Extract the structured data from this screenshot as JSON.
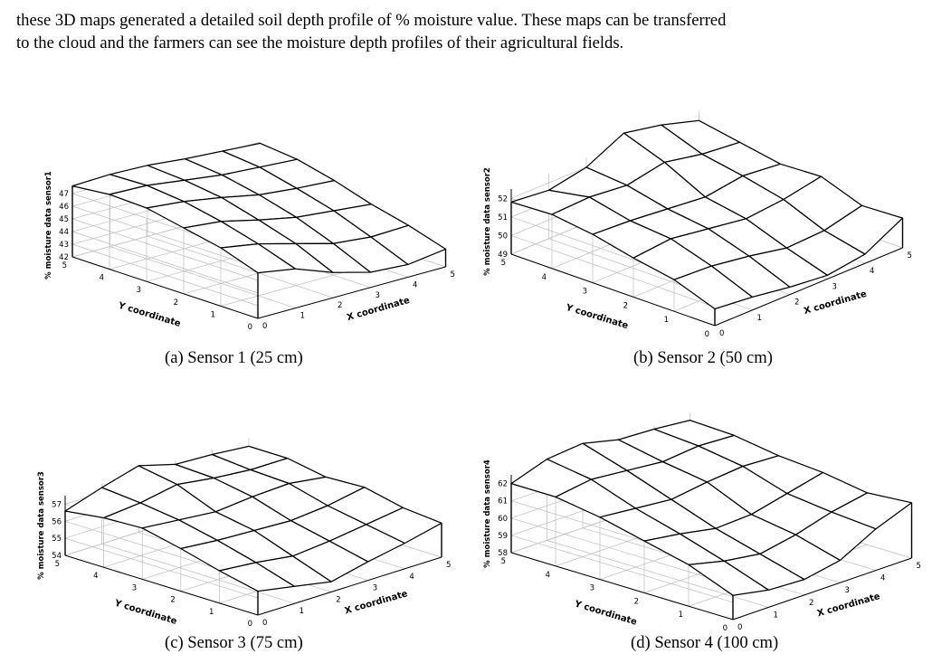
{
  "paragraph": {
    "line1": "these 3D maps generated a detailed soil depth profile of % moisture value. These maps can be transferred",
    "line2": "to the cloud and the farmers can see the moisture depth profiles of their agricultural fields."
  },
  "chart_data": [
    {
      "type": "surface",
      "caption": "(a) Sensor 1 (25 cm)",
      "xlabel": "X coordinate",
      "ylabel": "Y coordinate",
      "zlabel": "% moisture data sensor1",
      "x_ticks": [
        0,
        1,
        2,
        3,
        4,
        5
      ],
      "y_ticks": [
        0,
        1,
        2,
        3,
        4,
        5
      ],
      "z_ticks": [
        42,
        43,
        44,
        45,
        46,
        47
      ],
      "zlim": [
        42,
        47
      ],
      "grid": true,
      "z": [
        [
          45.6,
          45.1,
          44.0,
          43.2,
          43.0,
          43.4
        ],
        [
          46.6,
          46.1,
          45.3,
          44.5,
          44.2,
          44.3
        ],
        [
          47.2,
          46.9,
          46.2,
          45.6,
          45.3,
          45.0
        ],
        [
          47.8,
          47.5,
          47.0,
          46.4,
          46.1,
          45.9
        ],
        [
          47.9,
          47.8,
          47.4,
          47.0,
          46.8,
          46.6
        ],
        [
          47.6,
          47.7,
          47.6,
          47.3,
          47.1,
          46.9
        ]
      ]
    },
    {
      "type": "surface",
      "caption": "(b) Sensor 2 (50 cm)",
      "xlabel": "X coordinate",
      "ylabel": "Y coordinate",
      "zlabel": "% moisture data sensor2",
      "x_ticks": [
        0,
        1,
        2,
        3,
        4,
        5
      ],
      "y_ticks": [
        0,
        1,
        2,
        3,
        4,
        5
      ],
      "z_ticks": [
        49,
        50,
        51,
        52
      ],
      "zlim": [
        49,
        52.5
      ],
      "grid": true,
      "z": [
        [
          49.9,
          49.7,
          49.4,
          49.2,
          49.5,
          50.6
        ],
        [
          50.7,
          50.6,
          50.3,
          49.9,
          50.0,
          50.5
        ],
        [
          51.1,
          51.3,
          51.0,
          50.7,
          50.9,
          51.3
        ],
        [
          51.6,
          51.5,
          51.3,
          51.1,
          51.4,
          51.2
        ],
        [
          51.9,
          52.0,
          51.8,
          52.2,
          51.8,
          51.6
        ],
        [
          51.8,
          51.6,
          52.0,
          53.0,
          52.6,
          52.0
        ]
      ]
    },
    {
      "type": "surface",
      "caption": "(c)  Sensor 3 (75 cm)",
      "xlabel": "X coordinate",
      "ylabel": "Y coordinate",
      "zlabel": "% moisture data sensor3",
      "x_ticks": [
        0,
        1,
        2,
        3,
        4,
        5
      ],
      "y_ticks": [
        0,
        1,
        2,
        3,
        4,
        5
      ],
      "z_ticks": [
        54,
        55,
        56,
        57
      ],
      "zlim": [
        54,
        57.5
      ],
      "grid": true,
      "z": [
        [
          55.4,
          55.0,
          54.6,
          55.1,
          55.5,
          56.0
        ],
        [
          55.9,
          55.7,
          55.4,
          55.6,
          55.9,
          56.2
        ],
        [
          56.5,
          56.3,
          56.2,
          56.1,
          56.3,
          56.7
        ],
        [
          57.0,
          56.8,
          56.6,
          56.8,
          56.9,
          56.6
        ],
        [
          56.9,
          57.1,
          57.5,
          57.2,
          57.0,
          57.0
        ],
        [
          56.6,
          57.3,
          57.9,
          57.3,
          57.2,
          57.0
        ]
      ]
    },
    {
      "type": "surface",
      "caption": "(d) Sensor 4 (100 cm)",
      "xlabel": "X coordinate",
      "ylabel": "Y coordinate",
      "zlabel": "% moisture data sensor4",
      "x_ticks": [
        0,
        1,
        2,
        3,
        4,
        5
      ],
      "y_ticks": [
        0,
        1,
        2,
        3,
        4,
        5
      ],
      "z_ticks": [
        58,
        59,
        60,
        61,
        62
      ],
      "zlim": [
        58,
        62.5
      ],
      "grid": true,
      "z": [
        [
          59.4,
          59.0,
          58.9,
          59.3,
          60.4,
          61.2
        ],
        [
          60.4,
          59.9,
          59.6,
          60.0,
          60.6,
          61.0
        ],
        [
          61.0,
          60.7,
          60.3,
          60.4,
          60.9,
          61.4
        ],
        [
          61.6,
          61.4,
          61.2,
          61.5,
          61.7,
          61.6
        ],
        [
          62.0,
          62.3,
          62.1,
          61.9,
          62.1,
          62.0
        ],
        [
          62.0,
          62.7,
          62.9,
          62.4,
          62.3,
          62.1
        ]
      ]
    }
  ]
}
